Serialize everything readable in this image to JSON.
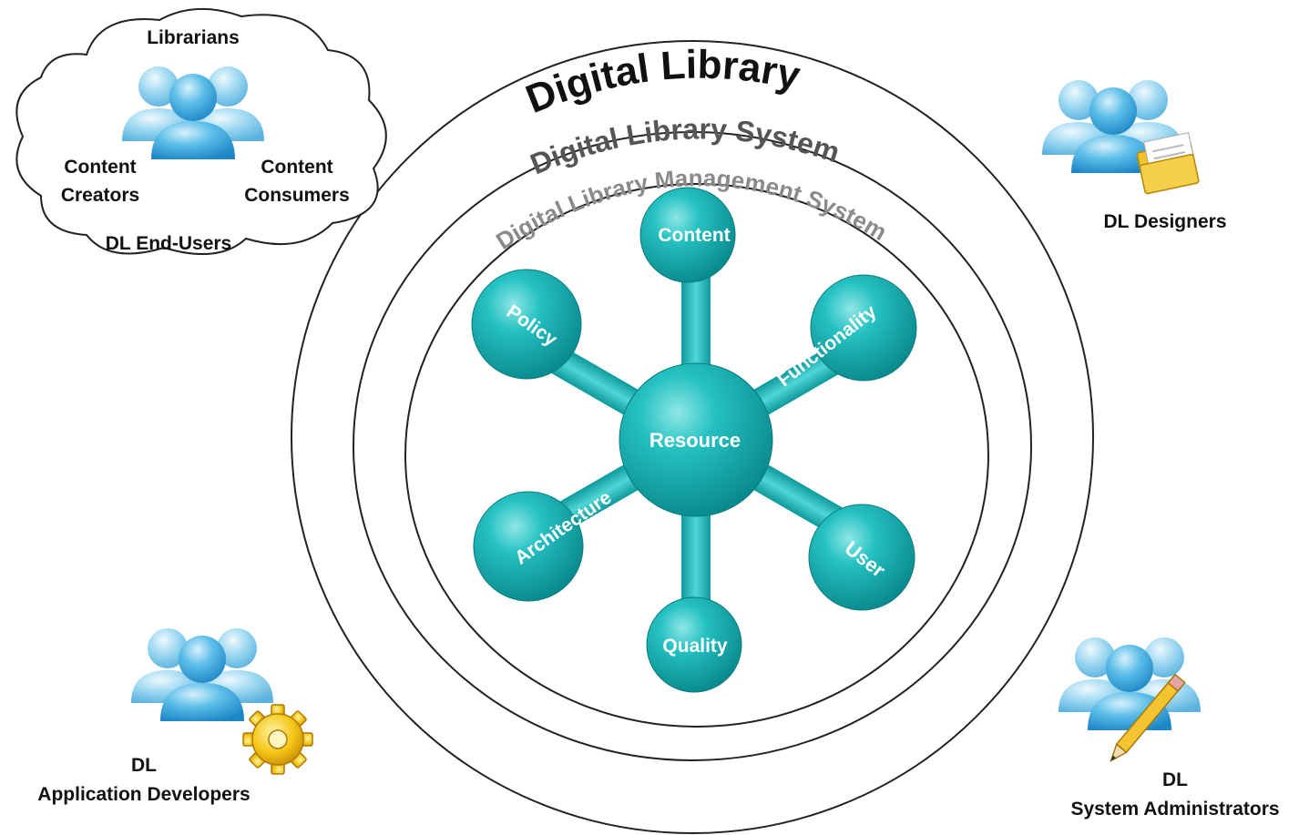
{
  "rings": {
    "outer": "Digital Library",
    "middle": "Digital Library System",
    "inner": "Digital Library Management System"
  },
  "hub": "Resource",
  "spokes": [
    "Content",
    "Functionality",
    "User",
    "Quality",
    "Architecture",
    "Policy"
  ],
  "end_users": {
    "librarians": "Librarians",
    "creators_line1": "Content",
    "creators_line2": "Creators",
    "consumers_line1": "Content",
    "consumers_line2": "Consumers",
    "group": "DL End-Users"
  },
  "designers": "DL Designers",
  "developers": {
    "line1": "DL",
    "line2": "Application Developers"
  },
  "sysadmins": {
    "line1": "DL",
    "line2": "System Administrators"
  },
  "colors": {
    "node": "#1cb4b6",
    "node_dark": "#0f8f92",
    "person": "#3aa7df",
    "ring": "#222222"
  }
}
